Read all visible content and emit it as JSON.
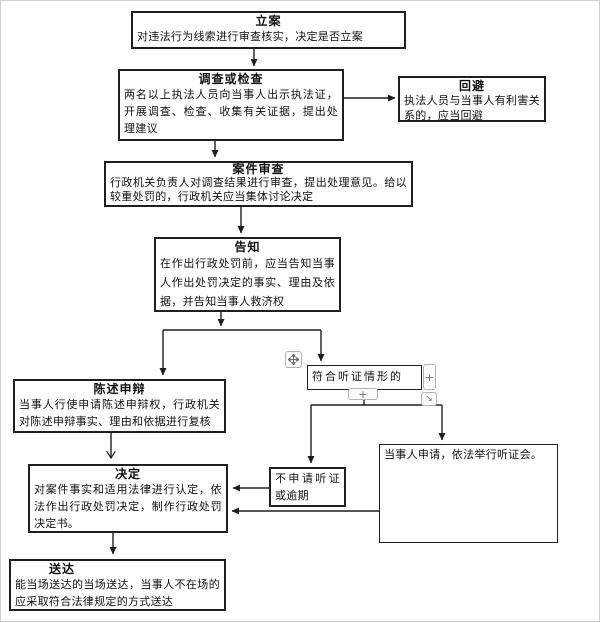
{
  "nodes": {
    "li_an": {
      "title": "立案",
      "body": "对违法行为线索进行审查核实，决定是否立案"
    },
    "diaocha": {
      "title": "调查或检查",
      "body": "两名以上执法人员向当事人出示执法证，开展调查、检查、收集有关证据，提出处理建议"
    },
    "huibi": {
      "title": "回避",
      "body": "执法人员与当事人有利害关系的，应当回避"
    },
    "anjian": {
      "title": "案件审查",
      "body": "行政机关负责人对调查结果进行审查，提出处理意见。给以较重处罚的，行政机关应当集体讨论决定"
    },
    "gaozhi": {
      "title": "告知",
      "body": "在作出行政处罚前，应当告知当事人作出处罚决定的事实、理由及依据，并告知当事人救济权"
    },
    "chenshu": {
      "title": "陈述申辩",
      "body": "当事人行使申请陈述申辩权，行政机关对陈述申辩事实、理由和依据进行复核"
    },
    "tingzheng": {
      "label": "符合听证情形的"
    },
    "no_hearing": {
      "label": "不申请听证或逾期"
    },
    "hearing": {
      "label": "当事人申请，依法举行听证会。"
    },
    "jueding": {
      "title": "决定",
      "body": "对案件事实和适用法律进行认定，依法作出行政处罚决定，制作行政处罚决定书。"
    },
    "songda": {
      "title": "送达",
      "body": "能当场送达的当场送达，当事人不在场的应采取符合法律规定的方式送达"
    }
  },
  "selection_handles": {
    "move_icon": "move-cross",
    "add_right": "+",
    "add_bottom": "+",
    "resize_glyph": "↘"
  },
  "colors": {
    "background": "#ffffff",
    "box_border": "#1f1f1f",
    "connector": "#1f1f1f",
    "handle_border": "#b3b3b3",
    "handle_glyph": "#6e6e6e",
    "frame_border": "#cfcfcf"
  }
}
